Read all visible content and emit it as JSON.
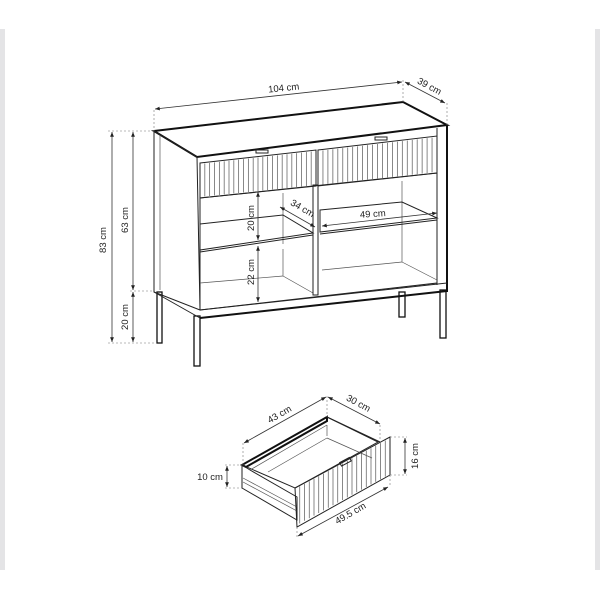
{
  "cabinet": {
    "width_label": "104 cm",
    "depth_label": "39 cm",
    "total_height_label": "83 cm",
    "body_height_label": "63 cm",
    "leg_height_label": "20 cm",
    "upper_shelf_height_label": "20 cm",
    "lower_shelf_height_label": "22 cm",
    "shelf_depth_label": "34 cm",
    "shelf_width_label": "49 cm"
  },
  "drawer": {
    "length_label": "43 cm",
    "depth_label": "30 cm",
    "side_height_label": "10 cm",
    "front_height_label": "16 cm",
    "front_width_label": "49.5 cm"
  }
}
